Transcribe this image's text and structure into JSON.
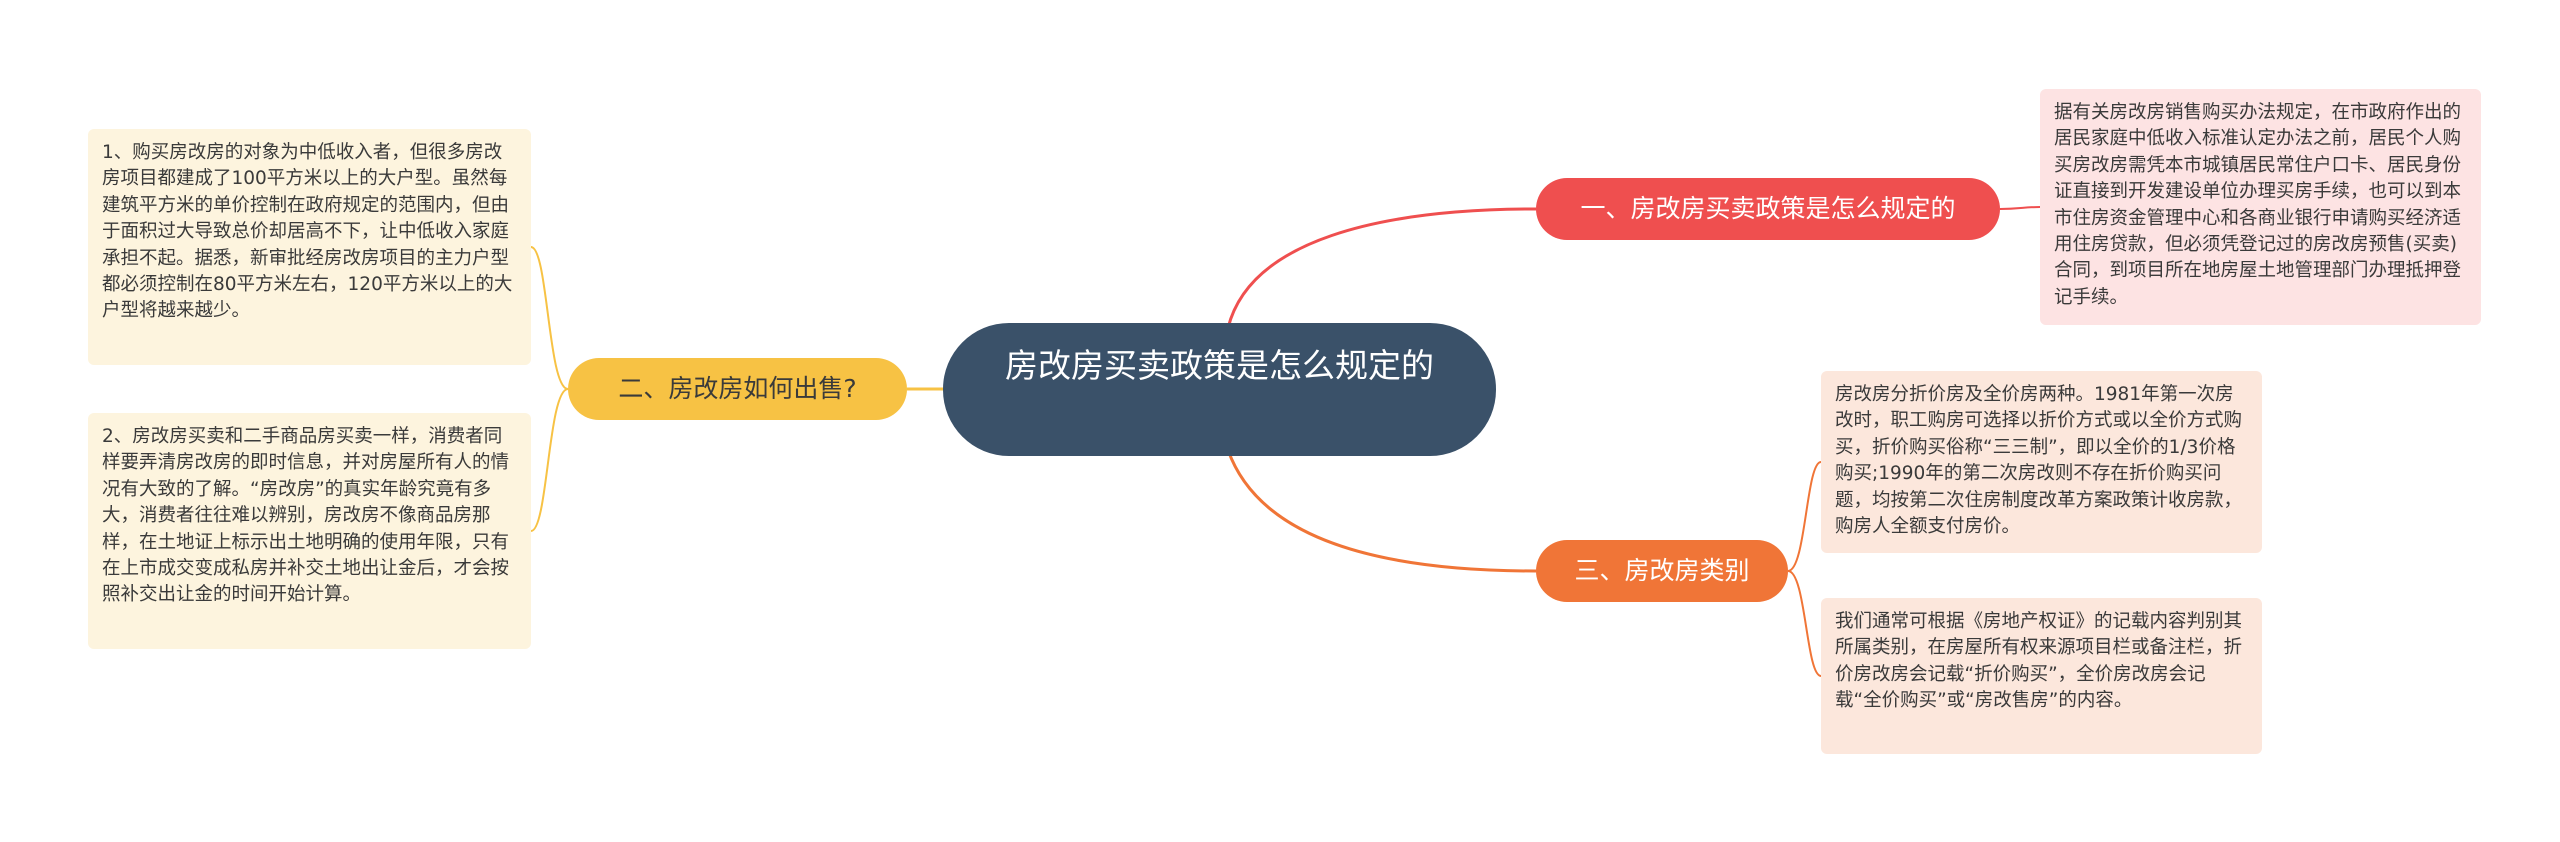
{
  "root": {
    "title": "房改房买卖政策是怎么规定的",
    "color": "#3a5169"
  },
  "branches": [
    {
      "label": "一、房改房买卖政策是怎么规定的",
      "color": "#ef4f4f",
      "leaves": [
        "据有关房改房销售购买办法规定，在市政府作出的居民家庭中低收入标准认定办法之前，居民个人购买房改房需凭本市城镇居民常住户口卡、居民身份证直接到开发建设单位办理买房手续，也可以到本市住房资金管理中心和各商业银行申请购买经济适用住房贷款，但必须凭登记过的房改房预售(买卖)合同，到项目所在地房屋土地管理部门办理抵押登记手续。"
      ]
    },
    {
      "label": "二、房改房如何出售?",
      "color": "#f7c244",
      "leaves": [
        "1、购买房改房的对象为中低收入者，但很多房改房项目都建成了100平方米以上的大户型。虽然每建筑平方米的单价控制在政府规定的范围内，但由于面积过大导致总价却居高不下，让中低收入家庭承担不起。据悉，新审批经房改房项目的主力户型都必须控制在80平方米左右，120平方米以上的大户型将越来越少。",
        "2、房改房买卖和二手商品房买卖一样，消费者同样要弄清房改房的即时信息，并对房屋所有人的情况有大致的了解。“房改房”的真实年龄究竟有多大，消费者往往难以辨别，房改房不像商品房那样，在土地证上标示出土地明确的使用年限，只有在上市成交变成私房并补交土地出让金后，才会按照补交出让金的时间开始计算。"
      ]
    },
    {
      "label": "三、房改房类别",
      "color": "#f07537",
      "leaves": [
        "房改房分折价房及全价房两种。1981年第一次房改时，职工购房可选择以折价方式或以全价方式购买，折价购买俗称“三三制”，即以全价的1/3价格购买;1990年的第二次房改则不存在折价购买问题，均按第二次住房制度改革方案政策计收房款，购房人全额支付房价。",
        "我们通常可根据《房地产权证》的记载内容判别其所属类别，在房屋所有权来源项目栏或备注栏，折价房改房会记载“折价购买”，全价房改房会记载“全价购买”或“房改售房”的内容。"
      ]
    }
  ]
}
